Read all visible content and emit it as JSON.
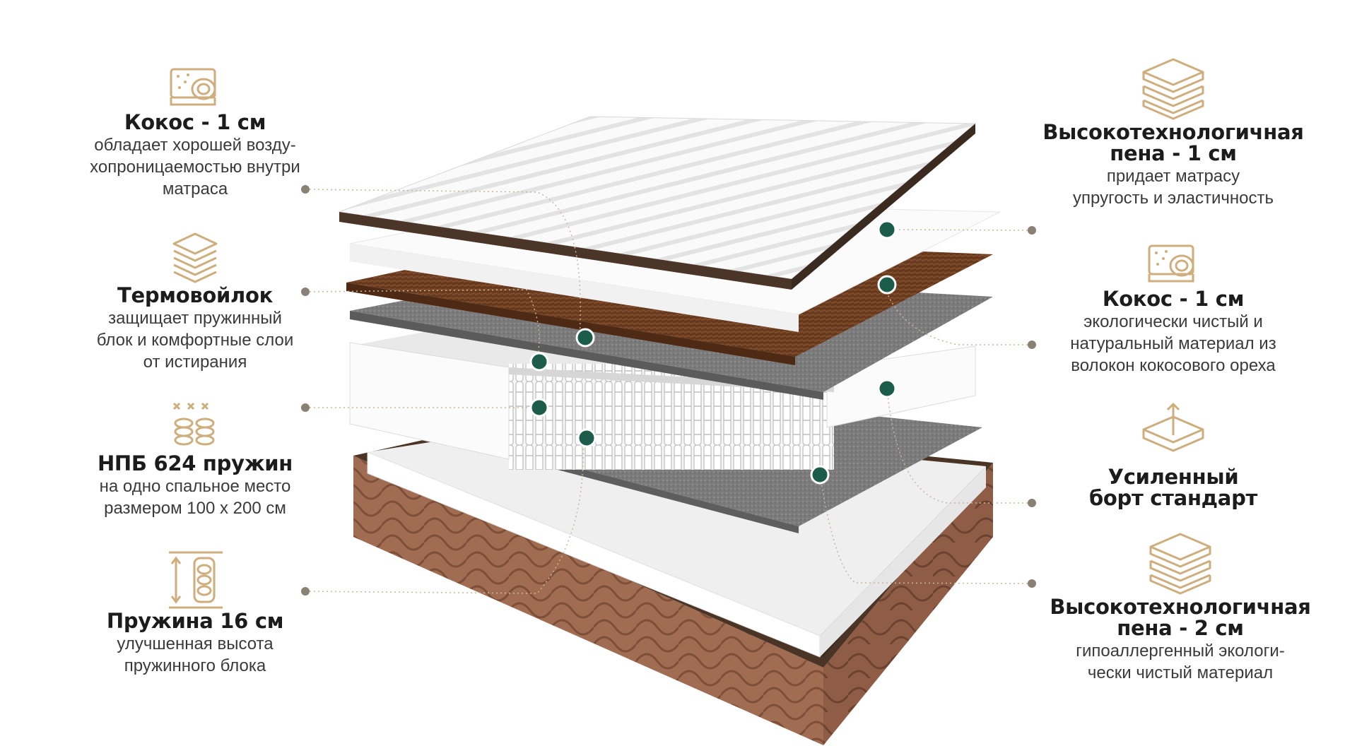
{
  "features_left": [
    {
      "icon": "coconut-layer-icon",
      "title": "Кокос - 1 см",
      "desc": [
        "обладает хорошей возду-",
        "хопроницаемостью внутри",
        "матраса"
      ]
    },
    {
      "icon": "felt-layers-icon",
      "title": "Термовойлок",
      "desc": [
        "защищает пружинный",
        "блок и комфортные слои",
        "от истирания"
      ]
    },
    {
      "icon": "spring-block-icon",
      "title": "НПБ 624 пружин",
      "desc": [
        "на одно спальное место",
        "размером 100 х 200 см"
      ]
    },
    {
      "icon": "spring-height-icon",
      "title": "Пружина 16 см",
      "desc": [
        "улучшенная высота",
        "пружинного блока"
      ]
    }
  ],
  "features_right": [
    {
      "icon": "foam-layers-icon",
      "title": [
        "Высокотехнологичная",
        "пена - 1 см"
      ],
      "desc": [
        "придает матрасу",
        "упругость и эластичность"
      ]
    },
    {
      "icon": "coconut-layer-icon",
      "title": [
        "Кокос - 1 см"
      ],
      "desc": [
        "экологически чистый и",
        "натуральный материал из",
        "волокон кокосового ореха"
      ]
    },
    {
      "icon": "reinforced-edge-icon",
      "title": [
        "Усиленный",
        "борт стандарт"
      ],
      "desc": []
    },
    {
      "icon": "foam-layers-icon",
      "title": [
        "Высокотехнологичная",
        "пена - 2 см"
      ],
      "desc": [
        "гипоаллергенный экологи-",
        "чески чистый материал"
      ]
    }
  ],
  "colors": {
    "accent_gold": "#cfae7e",
    "marker_green": "#1c5c4a",
    "coconut_brown": "#7a4a2a",
    "cover_brown": "#9c6a50",
    "felt_gray": "#7d7d7d",
    "foam_white": "#f4f4f4"
  }
}
